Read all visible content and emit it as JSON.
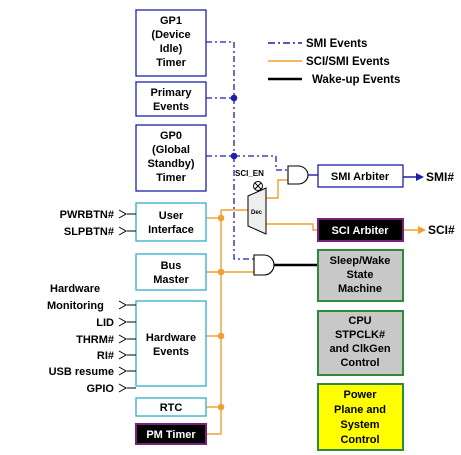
{
  "legend": {
    "smi": "SMI Events",
    "sci_smi": "SCI/SMI Events",
    "wake": "Wake-up Events"
  },
  "blocks": {
    "gp1": [
      "GP1",
      "(Device",
      "Idle)",
      "Timer"
    ],
    "primary": [
      "Primary",
      "Events"
    ],
    "gp0": [
      "GP0",
      "(Global",
      "Standby)",
      "Timer"
    ],
    "user_interface": [
      "User",
      "Interface"
    ],
    "bus_master": [
      "Bus",
      "Master"
    ],
    "hardware_events": [
      "Hardware",
      "Events"
    ],
    "rtc": [
      "RTC"
    ],
    "pm_timer": [
      "PM Timer"
    ],
    "smi_arbiter": [
      "SMI Arbiter"
    ],
    "sci_arbiter": [
      "SCI Arbiter"
    ],
    "sleep_wake": [
      "Sleep/Wake",
      "State",
      "Machine"
    ],
    "cpu_stpclk": [
      "CPU",
      "STPCLK#",
      "and ClkGen",
      "Control"
    ],
    "power_plane": [
      "Power",
      "Plane and",
      "System",
      "Control"
    ]
  },
  "inputs": {
    "pwrbtn": "PWRBTN#",
    "slpbtn": "SLPBTN#",
    "hardware_monitoring_1": "Hardware",
    "hardware_monitoring_2": "Monitoring",
    "lid": "LID",
    "thrm": "THRM#",
    "ri": "RI#",
    "usb_resume": "USB resume",
    "gpio": "GPIO"
  },
  "outputs": {
    "smi": "SMI#",
    "sci": "SCI#"
  },
  "labels": {
    "sci_en": "SCI_EN",
    "dec": "Dec"
  },
  "colors": {
    "blue": "#1f1fae",
    "orange": "#f0a030",
    "black": "#000000",
    "cyan_border": "#33aacc",
    "green_border": "#2e8b3e",
    "gray_fill": "#c8c8c8",
    "yellow_fill": "#ffff00",
    "purple_border": "#7a1f7a"
  }
}
